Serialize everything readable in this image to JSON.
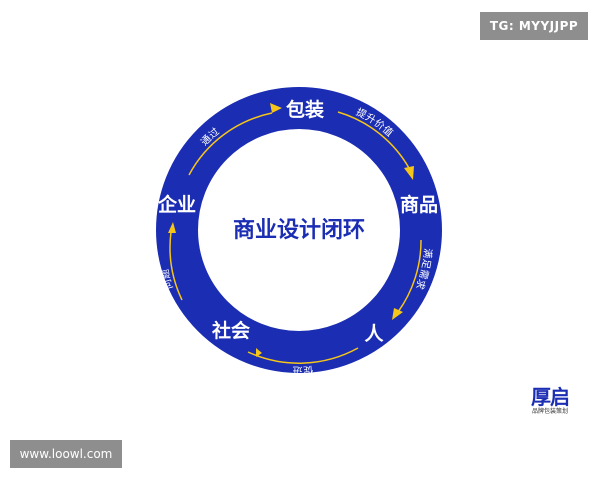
{
  "watermark_top": "TG: MYYJJPP",
  "watermark_bottom": "www.loowl.com",
  "brand": {
    "name": "厚启",
    "tagline": "品牌包装策划"
  },
  "diagram": {
    "center_label": "商业设计闭环",
    "ring_color": "#1b2db3",
    "arrow_color": "#f5c518",
    "nodes": {
      "packaging": "包装",
      "product": "商品",
      "people": "人",
      "society": "社会",
      "enterprise": "企业"
    },
    "edges": {
      "packaging_to_product": "提升价值",
      "product_to_people": "满足需求",
      "people_to_society": "促进",
      "society_to_enterprise": "问题",
      "enterprise_to_packaging": "通过"
    }
  }
}
